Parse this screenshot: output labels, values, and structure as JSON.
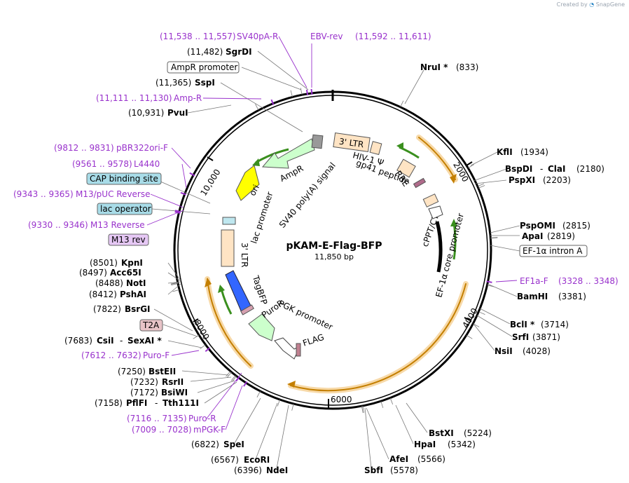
{
  "credit": {
    "prefix": "Created by",
    "brand": "SnapGene"
  },
  "map": {
    "name": "pKAM-E-Flag-BFP",
    "size": "11,850 bp",
    "total": 11850,
    "ticks": [
      "2000",
      "4000",
      "6000",
      "8000",
      "10,000"
    ]
  },
  "enzymes": [
    {
      "name": "NruI *",
      "pos": "(833)",
      "loc": 833
    },
    {
      "name": "KflI",
      "pos": "(1934)",
      "loc": 1934
    },
    {
      "name": "BspDI",
      "alt": "ClaI",
      "pos": "(2180)",
      "loc": 2180
    },
    {
      "name": "PspXI",
      "pos": "(2203)",
      "loc": 2203
    },
    {
      "name": "PspOMI",
      "pos": "(2815)",
      "loc": 2815
    },
    {
      "name": "ApaI",
      "pos": "(2819)",
      "loc": 2819
    },
    {
      "name": "BamHI",
      "pos": "(3381)",
      "loc": 3381
    },
    {
      "name": "BclI *",
      "pos": "(3714)",
      "loc": 3714
    },
    {
      "name": "SrfI",
      "pos": "(3871)",
      "loc": 3871
    },
    {
      "name": "NsiI",
      "pos": "(4028)",
      "loc": 4028
    },
    {
      "name": "BstXI",
      "pos": "(5224)",
      "loc": 5224
    },
    {
      "name": "HpaI",
      "pos": "(5342)",
      "loc": 5342
    },
    {
      "name": "AfeI",
      "pos": "(5566)",
      "loc": 5566
    },
    {
      "name": "SbfI",
      "pos": "(5578)",
      "loc": 5578
    },
    {
      "name": "NdeI",
      "pos": "(6396)",
      "loc": 6396
    },
    {
      "name": "EcoRI",
      "pos": "(6567)",
      "loc": 6567
    },
    {
      "name": "SpeI",
      "pos": "(6822)",
      "loc": 6822
    },
    {
      "name": "PflFI",
      "alt": "Tth111I",
      "pos": "(7158)",
      "loc": 7158
    },
    {
      "name": "BsiWI",
      "pos": "(7172)",
      "loc": 7172
    },
    {
      "name": "RsrII",
      "pos": "(7232)",
      "loc": 7232
    },
    {
      "name": "BstEII",
      "pos": "(7250)",
      "loc": 7250
    },
    {
      "name": "CsiI",
      "alt": "SexAI *",
      "pos": "(7683)",
      "loc": 7683
    },
    {
      "name": "BsrGI",
      "pos": "(7822)",
      "loc": 7822
    },
    {
      "name": "PshAI",
      "pos": "(8412)",
      "loc": 8412
    },
    {
      "name": "NotI",
      "pos": "(8488)",
      "loc": 8488
    },
    {
      "name": "Acc65I",
      "pos": "(8497)",
      "loc": 8497
    },
    {
      "name": "KpnI",
      "pos": "(8501)",
      "loc": 8501
    },
    {
      "name": "PvuI",
      "pos": "(10,931)",
      "loc": 10931
    },
    {
      "name": "SspI",
      "pos": "(11,365)",
      "loc": 11365
    },
    {
      "name": "SgrDI",
      "pos": "(11,482)",
      "loc": 11482
    }
  ],
  "primers": [
    {
      "name": "SV40pA-R",
      "pos": "(11,538 .. 11,557)",
      "loc": 11547
    },
    {
      "name": "EBV-rev",
      "pos": "(11,592 .. 11,611)",
      "loc": 11601
    },
    {
      "name": "Amp-R",
      "pos": "(11,111 .. 11,130)",
      "loc": 11120
    },
    {
      "name": "pBR322ori-F",
      "pos": "(9812 .. 9831)",
      "loc": 9821
    },
    {
      "name": "L4440",
      "pos": "(9561 .. 9578)",
      "loc": 9570
    },
    {
      "name": "M13/pUC Reverse",
      "pos": "(9343 .. 9365)",
      "loc": 9354
    },
    {
      "name": "M13 Reverse",
      "pos": "(9330 .. 9346)",
      "loc": 9338
    },
    {
      "name": "EF1a-F",
      "pos": "(3328 .. 3348)",
      "loc": 3338
    },
    {
      "name": "Puro-F",
      "pos": "(7612 .. 7632)",
      "loc": 7622
    },
    {
      "name": "Puro-R",
      "pos": "(7116 .. 7135)",
      "loc": 7125
    },
    {
      "name": "mPGK-F",
      "pos": "(7009 .. 7028)",
      "loc": 7018
    }
  ],
  "boxed_labels": [
    {
      "name": "AmpR promoter",
      "style": "white"
    },
    {
      "name": "CAP binding site",
      "style": "cyan"
    },
    {
      "name": "lac operator",
      "style": "cyan"
    },
    {
      "name": "M13 rev",
      "style": "violet"
    },
    {
      "name": "T2A",
      "style": "pink"
    },
    {
      "name": "EF-1α intron A",
      "style": "white"
    }
  ],
  "features": [
    {
      "name": "3' LTR"
    },
    {
      "name": "HIV-1 Ψ"
    },
    {
      "name": "RRE"
    },
    {
      "name": "gp41 peptide"
    },
    {
      "name": "cPPT/CTS"
    },
    {
      "name": "EF-1α core promoter"
    },
    {
      "name": "AmpR"
    },
    {
      "name": "ori"
    },
    {
      "name": "SV40 poly(A) signal"
    },
    {
      "name": "lac promoter"
    },
    {
      "name": "3' LTR"
    },
    {
      "name": "TagBFP"
    },
    {
      "name": "PuroR"
    },
    {
      "name": "PGK promoter"
    },
    {
      "name": "FLAG"
    }
  ],
  "colors": {
    "backbone": "#000000",
    "orf": "#f4b042",
    "primer": "#9932cc",
    "ampr": "#ccffcc",
    "ori": "#ffff00",
    "ltr": "#ffe4c4",
    "tagbfp": "#3366ff",
    "promoter_arrow": "#4aa02c",
    "cap_box": "#a8dce8",
    "violet_box": "#e6c8f5",
    "pink_box": "#e8c4c8"
  }
}
